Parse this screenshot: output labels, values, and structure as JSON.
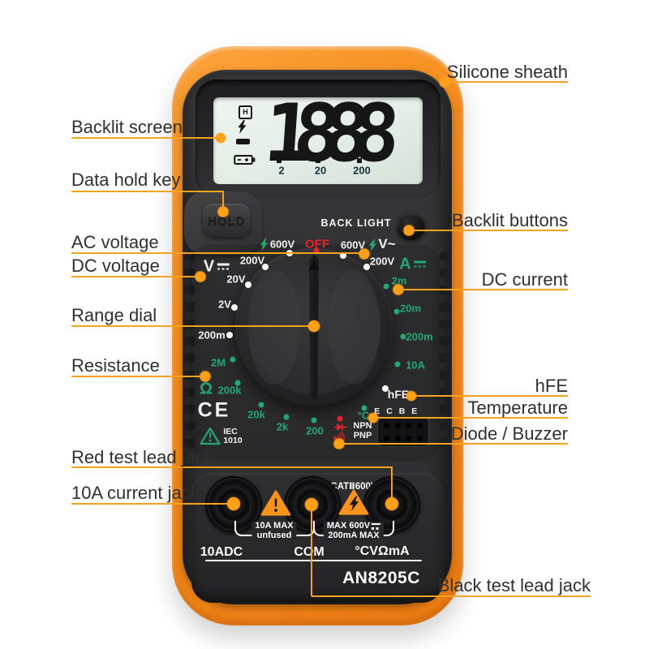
{
  "callouts": {
    "left": [
      {
        "text": "Backlit screen"
      },
      {
        "text": "Data hold key"
      },
      {
        "text": "AC voltage"
      },
      {
        "text": "DC voltage"
      },
      {
        "text": "Range dial"
      },
      {
        "text": "Resistance"
      },
      {
        "text": "Red test lead jack"
      },
      {
        "text": "10A current jack"
      }
    ],
    "right": [
      {
        "text": "Silicone sheath"
      },
      {
        "text": "Backlit buttons"
      },
      {
        "text": "DC current"
      },
      {
        "text": "hFE"
      },
      {
        "text": "Temperature"
      },
      {
        "text": "Diode / Buzzer"
      },
      {
        "text": "Black test lead jack"
      }
    ]
  },
  "device": {
    "model": "AN8205C",
    "hold_button": "HOLD",
    "backlight_label": "BACK LIGHT",
    "lcd": {
      "digits": "1888",
      "hold_indicator": "H",
      "range_markers": [
        "2",
        "20",
        "200"
      ]
    },
    "dial": {
      "off": "OFF",
      "dc_voltage": {
        "symbol": "V",
        "ranges": [
          "600V",
          "200V",
          "20V",
          "2V",
          "200m"
        ]
      },
      "ac_voltage": {
        "symbol": "V~",
        "ranges": [
          "600V",
          "200V"
        ]
      },
      "dc_current": {
        "symbol": "A",
        "ranges": [
          "2m",
          "20m",
          "200m",
          "10A"
        ]
      },
      "resistance": {
        "symbol": "Ω",
        "ranges": [
          "2M",
          "200k",
          "20k",
          "2k",
          "200"
        ]
      },
      "hfe": "hFE",
      "temperature": "°C",
      "transistor": {
        "pins": "E C B E",
        "npn": "NPN",
        "pnp": "PNP"
      },
      "ce_mark": "CE",
      "iec": {
        "line1": "IEC",
        "line2": "1010"
      }
    },
    "jacks": {
      "cat_rating": "CATⅡ600V",
      "labels": [
        "10ADC",
        "COM",
        "°CVΩmA"
      ],
      "bracket_left": [
        "10A MAX",
        "unfused"
      ],
      "bracket_right": [
        "MAX 600V",
        "200mA MAX"
      ]
    }
  },
  "colors": {
    "sheath_orange": "#f68e1d",
    "callout_line": "#f5a21f",
    "callout_dot": "#ffa018",
    "marking_green": "#23a873",
    "marking_red": "#e8232b",
    "lcd_background": "#e7efe8",
    "body_dark": "#323234"
  }
}
